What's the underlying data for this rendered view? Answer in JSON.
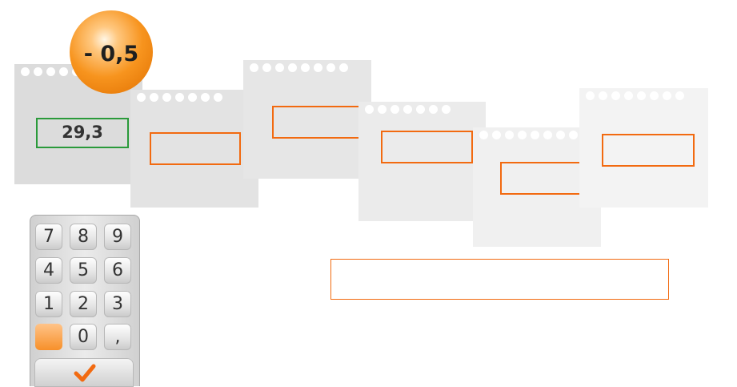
{
  "exercise": {
    "step_badge": "- 0,5",
    "cards": [
      {
        "value": "29,3",
        "state": "correct"
      },
      {
        "value": "",
        "state": "empty"
      },
      {
        "value": "",
        "state": "empty"
      },
      {
        "value": "",
        "state": "empty"
      },
      {
        "value": "",
        "state": "empty"
      },
      {
        "value": "",
        "state": "empty"
      }
    ],
    "final_answer": ""
  },
  "keypad": {
    "keys": [
      "7",
      "8",
      "9",
      "4",
      "5",
      "6",
      "1",
      "2",
      "3",
      "",
      "0",
      ","
    ],
    "submit_icon": "check-icon"
  },
  "colors": {
    "accent": "#f26a10",
    "correct": "#2a9a3a",
    "badge": "#f7941e",
    "card": "#e6e6e6"
  }
}
